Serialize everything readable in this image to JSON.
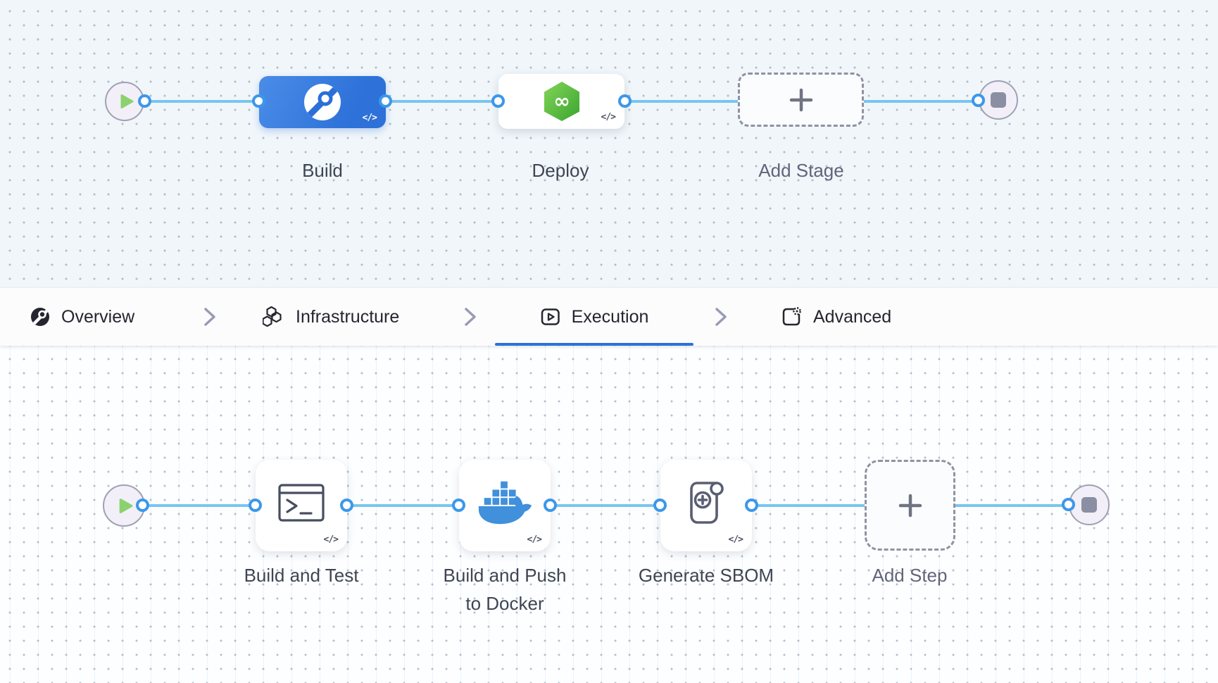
{
  "pipeline": {
    "stage_row": {
      "stages": [
        {
          "label": "Build",
          "icon": "ci-build-icon",
          "code_badge": "</>"
        },
        {
          "label": "Deploy",
          "icon": "cd-deploy-icon",
          "code_badge": "</>"
        }
      ],
      "add_stage_label": "Add Stage"
    },
    "tab_bar": {
      "tabs": [
        {
          "label": "Overview",
          "icon": "overview-icon",
          "active": false
        },
        {
          "label": "Infrastructure",
          "icon": "infrastructure-icon",
          "active": false
        },
        {
          "label": "Execution",
          "icon": "execution-icon",
          "active": true
        },
        {
          "label": "Advanced",
          "icon": "advanced-icon",
          "active": false
        }
      ]
    },
    "step_row": {
      "steps": [
        {
          "label": "Build and Test",
          "icon": "terminal-icon",
          "code_badge": "</>"
        },
        {
          "label": "Build and Push to Docker",
          "icon": "docker-icon",
          "code_badge": "</>"
        },
        {
          "label": "Generate SBOM",
          "icon": "sbom-scroll-icon",
          "code_badge": "</>"
        }
      ],
      "add_step_label": "Add Step"
    }
  },
  "colors": {
    "edge_blue": "#79c5f1",
    "port_blue": "#3b98e9",
    "stage_blue": "#2f77dc",
    "deploy_green": "#52bc3e",
    "docker_blue": "#4090dc",
    "play_green": "#8bd26f",
    "active_tab_underline": "#2d72d8"
  }
}
